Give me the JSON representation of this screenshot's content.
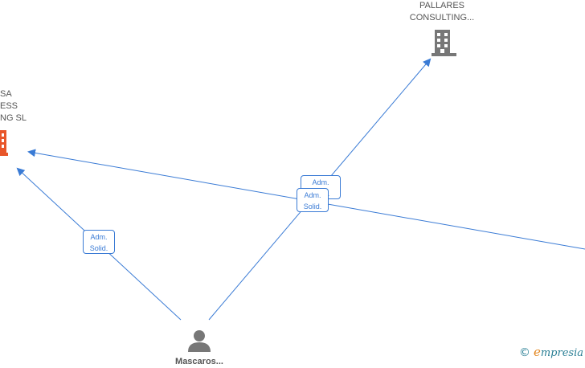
{
  "nodes": {
    "company_top": {
      "line1": "PALLARES",
      "line2": "CONSULTING..."
    },
    "company_left": {
      "line1": "SA",
      "line2": "ESS",
      "line3": "NG  SL"
    },
    "person": {
      "name": "Mascaros..."
    }
  },
  "edges": {
    "label_left": {
      "line1": "Adm.",
      "line2": "Solid."
    },
    "label_center_back": {
      "line1": "Adm.",
      "line2": "Solid."
    },
    "label_center_front": {
      "line1": "Adm.",
      "line2": "Solid."
    }
  },
  "watermark": {
    "copyright": "©",
    "brand_initial": "e",
    "brand_rest": "mpresia"
  },
  "colors": {
    "edge": "#3a7bd5",
    "building_gray": "#777777",
    "building_orange": "#e8562a",
    "person": "#777777"
  }
}
